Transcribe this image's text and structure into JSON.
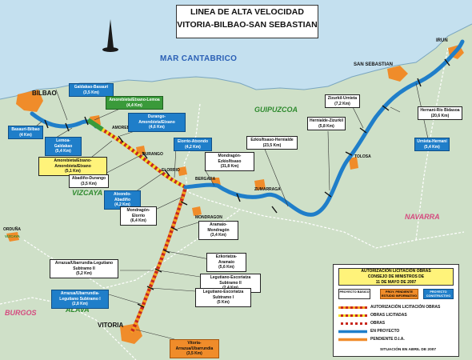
{
  "title": {
    "line1": "LINEA DE ALTA VELOCIDAD",
    "line2": "VITORIA-BILBAO-SAN SEBASTIAN"
  },
  "sea": "MAR CANTABRICO",
  "regions": {
    "guipuzcoa": "GUIPUZCOA",
    "vizcaya": "VIZCAYA",
    "navarra": "NAVARRA",
    "alava": "ALAVA",
    "burgos": "BURGOS"
  },
  "cities": {
    "bilbao": "BILBAO",
    "vitoria": "VITORIA",
    "san_sebastian": "SAN SEBASTIAN",
    "irun": "IRUN",
    "orduna": "ORDUÑA"
  },
  "towns": {
    "amorebieta": "AMOREBIETA",
    "durango": "DURANGO",
    "elorrio": "ELORRIO",
    "bergara": "BERGARA",
    "mondragon": "MONDRAGON",
    "zumarraga": "ZUMARRAGA",
    "tolosa": "TOLOSA",
    "vizcaya_small": "VIZCAYA"
  },
  "sections": {
    "galdakao": {
      "name": "Galdakao-Basauri",
      "km": "(3,5 Km)"
    },
    "basauri": {
      "name": "Basauri-Bilbao",
      "km": "(4 Km)"
    },
    "lemoa": {
      "name": "Lemoa-Galdakao",
      "km": "(5,4 Km)"
    },
    "amorebieta_lemoa": {
      "name": "Amorebieta/Etxano-Lemoa",
      "km": "(4,4 Km)"
    },
    "durango_amor": {
      "name": "Durango-Amorebieta/Etxano",
      "km": "(4,6 Km)"
    },
    "amor_etxano": {
      "name": "Amorebieta/Etxano-Amorebieta/Etxano",
      "km": "(5,1 Km)"
    },
    "abadino": {
      "name": "Abadiño-Durango",
      "km": "(3,5 Km)"
    },
    "atxondo": {
      "name": "Atxondo-Abadiño",
      "km": "(4,2 Km)"
    },
    "elorrio_atx": {
      "name": "Elorrio-Atxondo",
      "km": "(4,2 Km)"
    },
    "mondragon_elorrio": {
      "name": "Mondragón-Elorrio",
      "km": "(6,4 Km)"
    },
    "mondragon_ezkio": {
      "name": "Mondragón-Ezkio/Itsaso",
      "km": "(31,8 Km)"
    },
    "ezkio_hernialde": {
      "name": "Ezkio/Itsaso-Hernialde",
      "km": "(23,5 Km)"
    },
    "hernialde_zizurkil": {
      "name": "Hernialde-Zizurkil",
      "km": "(5,8 Km)"
    },
    "zizurkil_urnieta": {
      "name": "Zizurkil-Urnieta",
      "km": "(7,2 Km)"
    },
    "hernani_rio": {
      "name": "Hernani-Río Bidasoa",
      "km": "(20,6 Km)"
    },
    "urnieta_hernani": {
      "name": "Urnieta-Hernani",
      "km": "(5,4 Km)"
    },
    "aramaio_mondragon": {
      "name": "Aramaio-Mondragón",
      "km": "(3,4 Km)"
    },
    "ezkoriatza_aramaio": {
      "name": "Ezkoriatza-Aramaio",
      "km": "(5,6 Km)"
    },
    "legutiano_ezk2": {
      "name": "Legutiano-Escoriatza Subtramo II",
      "km": "(2,4 Km)"
    },
    "legutiano_ezk1": {
      "name": "Legutiano-Escoriatza Subtramo I",
      "km": "(5 Km)"
    },
    "arrazua_sub2": {
      "name": "Arrazua/Ubarrundia-Legutiano Subtramo II",
      "km": "(5,2 Km)"
    },
    "arrazua_sub1": {
      "name": "Arrazua/Ubarrundia-Legutiano Subtramo I",
      "km": "(2,8 Km)"
    },
    "vitoria_arrazua": {
      "name": "Vitoria-Arrazua/Ubarrundia",
      "km": "(3,5 Km)"
    }
  },
  "legend": {
    "header": [
      "AUTORIZACIÓN LICITACIÓN OBRAS",
      "CONSEJO DE MINISTROS DE",
      "11 DE MAYO DE 2007"
    ],
    "cat_basic": "PROYECTO BÁSICO",
    "cat_pending": "PROY. PENDIENTE ESTUDIO INFORMATIVO",
    "cat_construct": "PROYECTO CONSTRUCTIVO",
    "items": [
      {
        "label": "AUTORIZACIÓN LICITACIÓN OBRAS",
        "color": "#f5a020"
      },
      {
        "label": "OBRAS LICITADAS",
        "color": "#f4df2a"
      },
      {
        "label": "OBRAS",
        "color": "#c8281e"
      },
      {
        "label": "EN PROYECTO",
        "color": "#1f7ec9"
      },
      {
        "label": "PENDIENTE D.I.A.",
        "color": "#f08c2a"
      }
    ],
    "footer": "SITUACIÓN EN ABRIL DE 2007"
  }
}
